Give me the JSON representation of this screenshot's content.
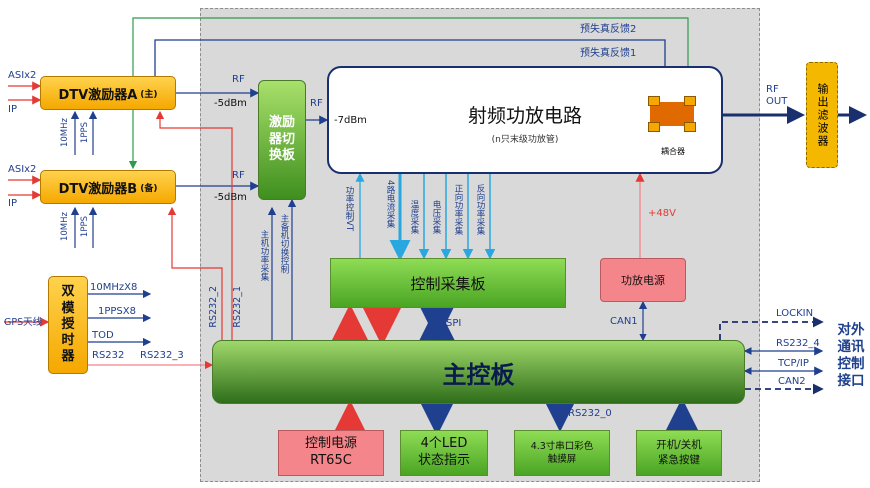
{
  "colors": {
    "panel": "#d9d9d9",
    "orange": "#f5b800",
    "green": "#4caf50",
    "pink": "#f4858a",
    "blue": "#1f3f8f",
    "red": "#e53935",
    "cyan": "#29a8e0",
    "navy": "#1a2f6e"
  },
  "exciter_a": {
    "title": "DTV激励器A",
    "tag": "(主)"
  },
  "exciter_b": {
    "title": "DTV激励器B",
    "tag": "(备)"
  },
  "inputs": {
    "asi": "ASIx2",
    "ip": "IP",
    "ten_mhz": "10MHz",
    "pps": "1PPS"
  },
  "switch_board": {
    "label": "激励器切换板"
  },
  "pa": {
    "title": "射频功放电路",
    "subtitle": "(n只末级功放管)",
    "coupler": "耦合器",
    "rf_in_level": "-7dBm"
  },
  "filter": {
    "label": "输出滤波器"
  },
  "feedback": {
    "pre1": "预失真反馈1",
    "pre2": "预失真反馈2"
  },
  "rf": {
    "rf": "RF",
    "rf_out": "RF\nOUT",
    "level_a": "-5dBm",
    "level_b": "-5dBm"
  },
  "gps": {
    "antenna": "GPS天线",
    "timer": "双模授时器",
    "out1": "10MHzX8",
    "out2": "1PPSX8",
    "out3": "TOD",
    "out4": "RS232",
    "rs232_3": "RS232_3"
  },
  "control": {
    "acq_board": "控制采集板",
    "main_board": "主控板",
    "spi": "SPI",
    "can1": "CAN1",
    "rs232_0": "RS232_0",
    "rs232_1": "RS232_1",
    "rs232_2": "RS232_2"
  },
  "signals": {
    "vt": "功率控制VT",
    "current": "4路电流采集",
    "temp": "温度采集",
    "volt": "电压采集",
    "fwd": "正向功率采集",
    "rev": "反向功率采集",
    "main_pwr": "主机功率采集",
    "switch_ctl": "主备机切换控制"
  },
  "pa_power": {
    "label": "功放电源",
    "voltage": "+48V"
  },
  "ext": {
    "title": "对外通讯控制接口",
    "lockin": "LOCKIN",
    "rs232_4": "RS232_4",
    "tcpip": "TCP/IP",
    "can2": "CAN2"
  },
  "bottom": {
    "ctl_power": "控制电源\nRT65C",
    "led": "4个LED\n状态指示",
    "touch": "4.3寸串口彩色\n触摸屏",
    "switch": "开机/关机\n紧急按键"
  }
}
